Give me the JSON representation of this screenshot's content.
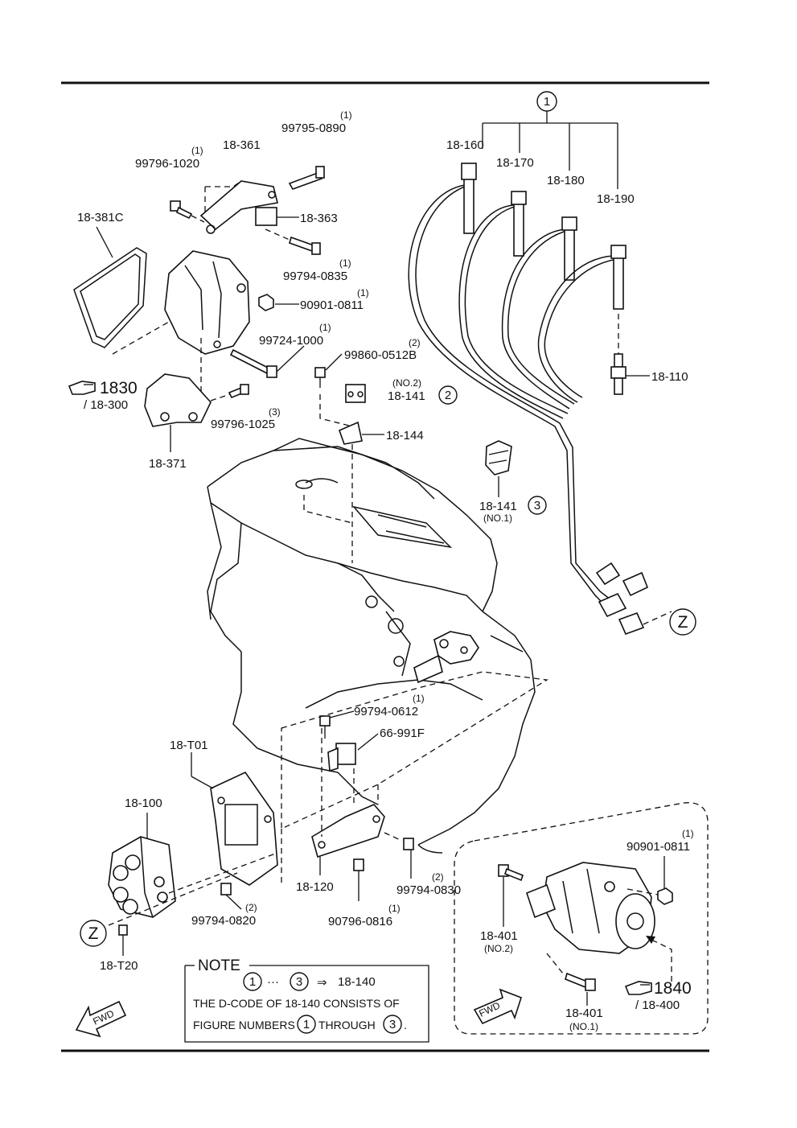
{
  "header_rule": true,
  "group_markers": {
    "one": "1",
    "two": "2",
    "three": "3",
    "z": "Z"
  },
  "callouts": {
    "p18_160": "18-160",
    "p18_170": "18-170",
    "p18_180": "18-180",
    "p18_190": "18-190",
    "p18_110": "18-110",
    "p18_361": "18-361",
    "p18_363": "18-363",
    "p18_381c": "18-381C",
    "p18_371": "18-371",
    "p18_141a": "18-141",
    "p18_141a_sub": "(NO.2)",
    "p18_141b": "18-141",
    "p18_141b_sub": "(NO.1)",
    "p18_144": "18-144",
    "p18_t01": "18-T01",
    "p18_100": "18-100",
    "p18_120": "18-120",
    "p18_t20": "18-T20",
    "p18_401a": "18-401",
    "p18_401a_sub": "(NO.2)",
    "p18_401b": "18-401",
    "p18_401b_sub": "(NO.1)",
    "p66_991f": "66-991F",
    "b99795_0890": "99795-0890",
    "b99795_0890_q": "(1)",
    "b99796_1020": "99796-1020",
    "b99796_1020_q": "(1)",
    "b99794_0835": "99794-0835",
    "b99794_0835_q": "(1)",
    "b90901_0811a": "90901-0811",
    "b90901_0811a_q": "(1)",
    "b99724_1000": "99724-1000",
    "b99724_1000_q": "(1)",
    "b99860_0512b": "99860-0512B",
    "b99860_0512b_q": "(2)",
    "b99796_1025": "99796-1025",
    "b99796_1025_q": "(3)",
    "b99794_0612": "99794-0612",
    "b99794_0612_q": "(1)",
    "b99794_0830": "99794-0830",
    "b99794_0830_q": "(2)",
    "b99794_0820": "99794-0820",
    "b99794_0820_q": "(2)",
    "b90796_0816": "90796-0816",
    "b90796_0816_q": "(1)",
    "b90901_0811b": "90901-0811",
    "b90901_0811b_q": "(1)"
  },
  "refs": {
    "r1830": "1830",
    "r1830_sub": "/ 18-300",
    "r1840": "1840",
    "r1840_sub": "/ 18-400"
  },
  "note": {
    "title": "NOTE",
    "from": "1",
    "dots": "···",
    "to": "3",
    "arrow": "⇒",
    "code": "18-140",
    "line2": "THE D-CODE OF  18-140  CONSISTS OF",
    "line3_a": "FIGURE NUMBERS",
    "line3_b": "THROUGH",
    "line3_end": "."
  },
  "fwd": {
    "left": "FWD",
    "right": "FWD"
  }
}
